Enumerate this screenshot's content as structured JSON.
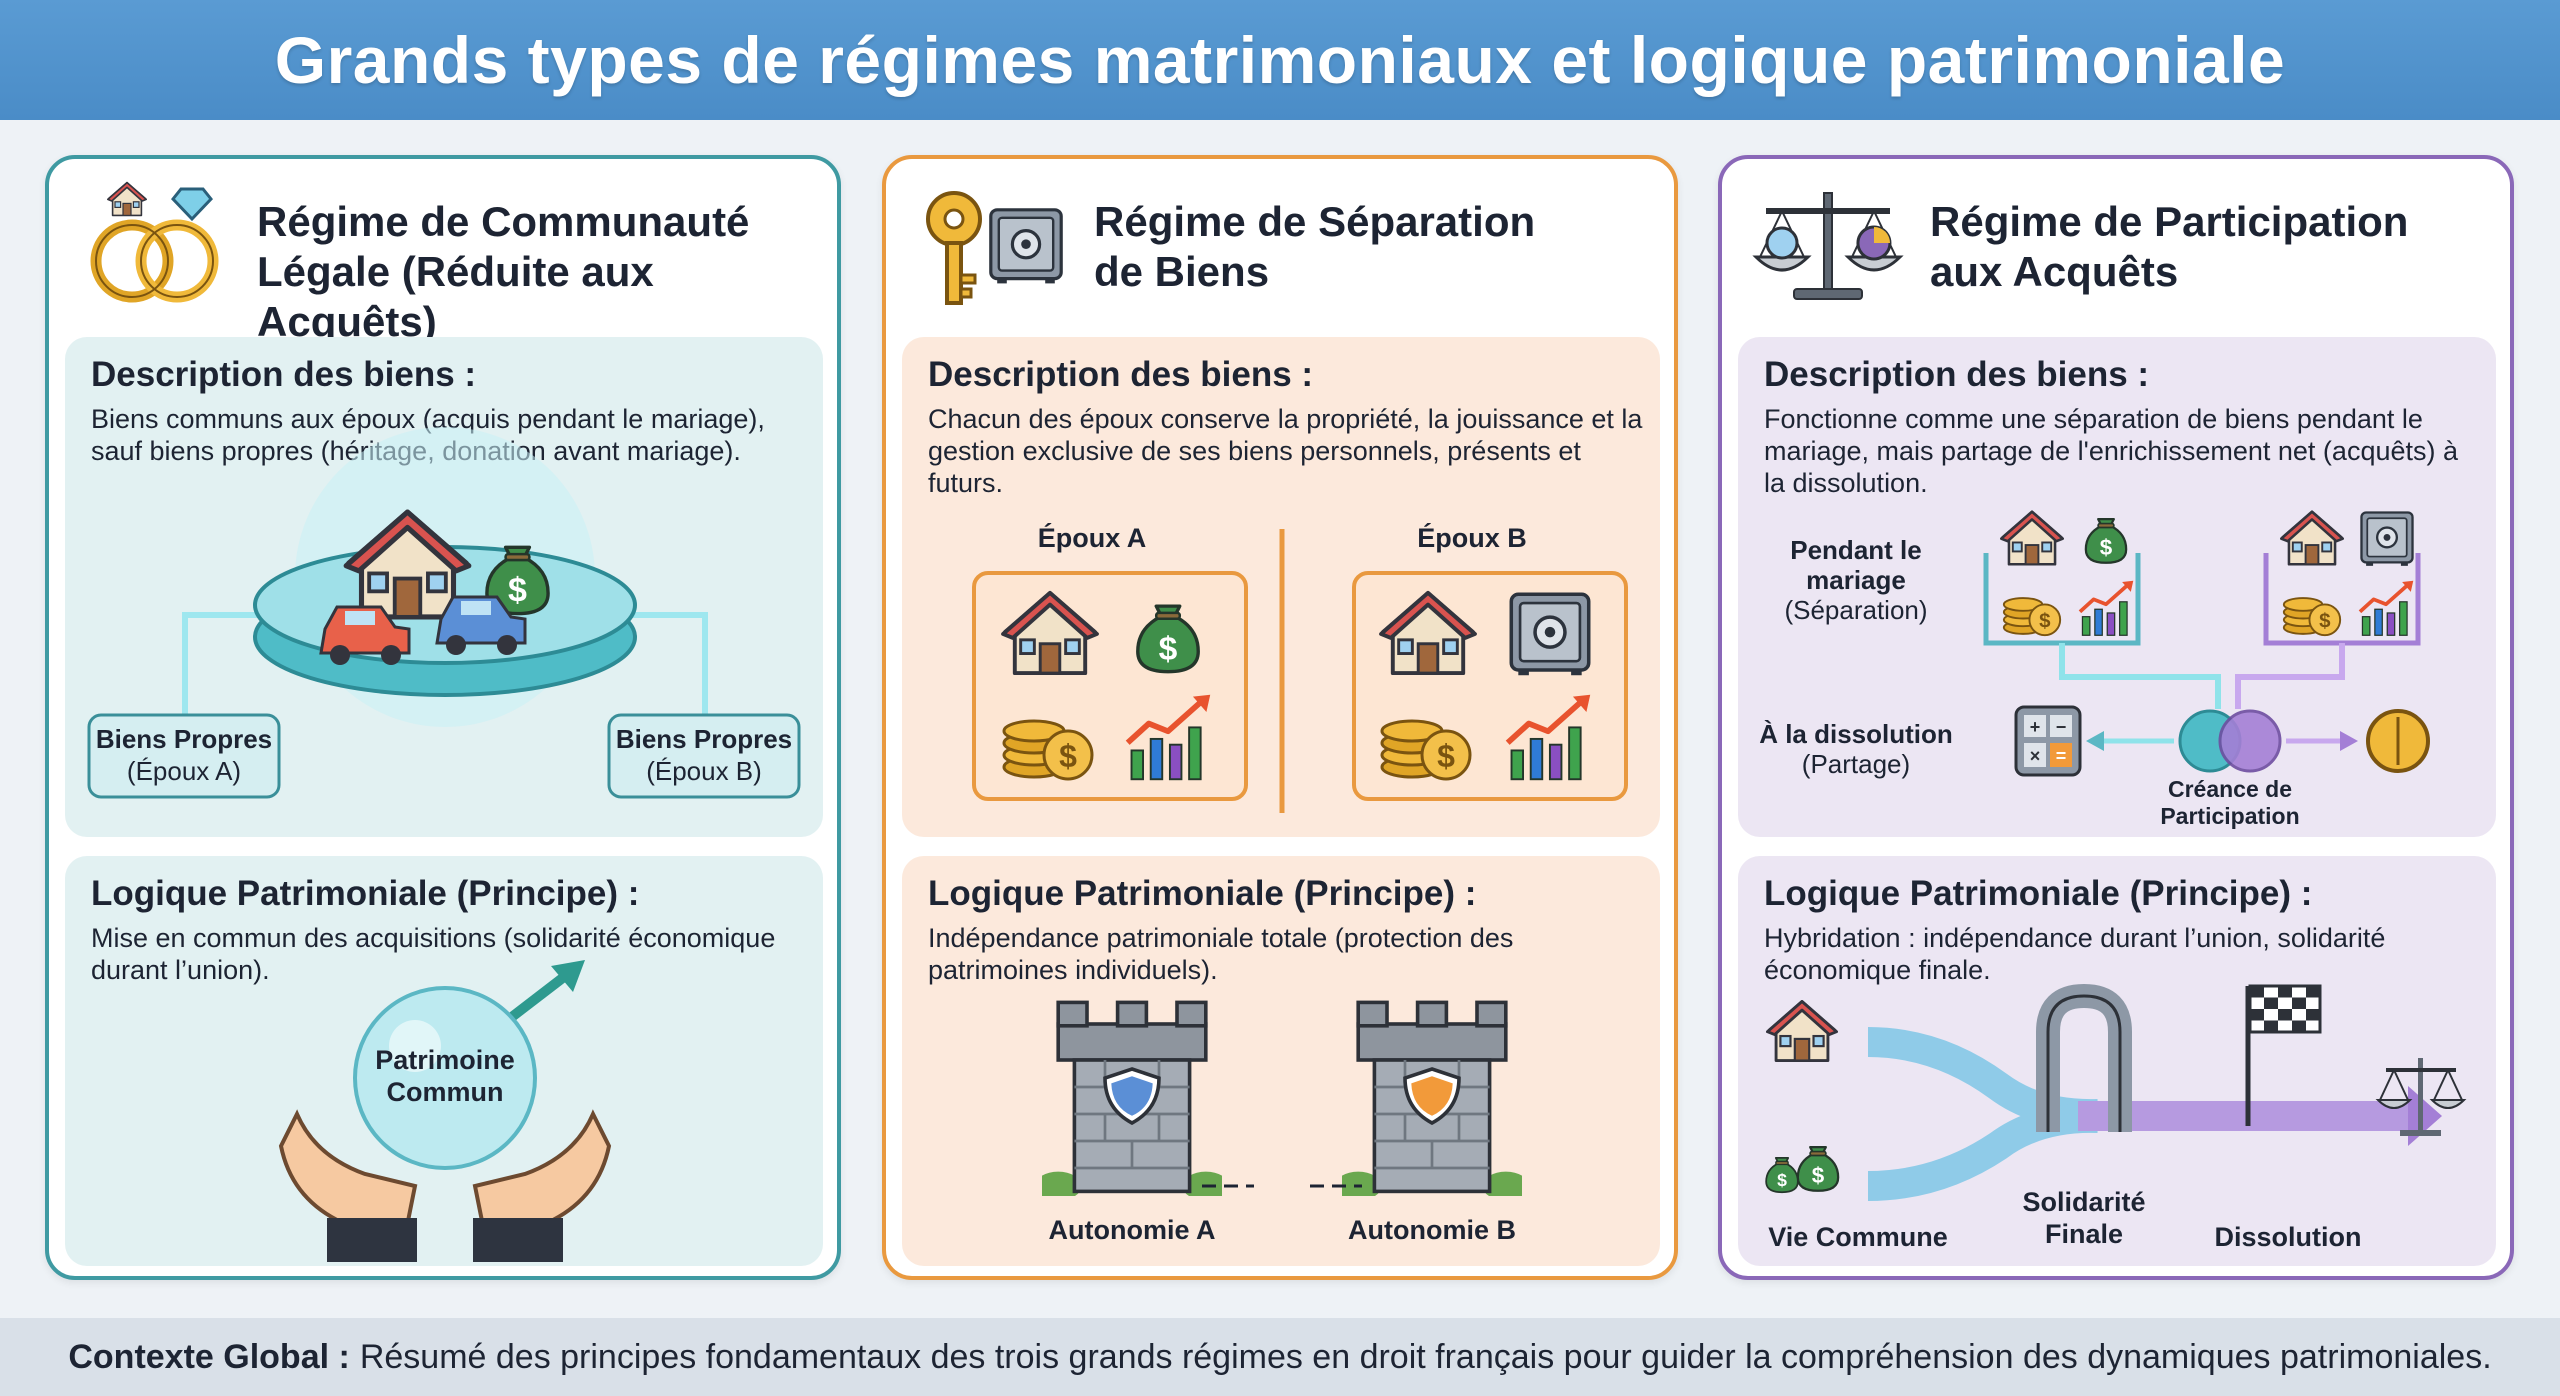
{
  "title": "Grands types de régimes matrimoniaux et logique patrimoniale",
  "colors": {
    "teal": "#3f9aa2",
    "orange": "#e9993f",
    "purple": "#8a68b8",
    "title_bar": "#4a8cc7"
  },
  "columns": [
    {
      "title_line1": "Régime de Communauté",
      "title_line2": "Légale (Réduite aux Acquêts)",
      "icon": "rings-house-icon",
      "desc_title": "Description des biens :",
      "desc_text": "Biens communs aux époux (acquis pendant le mariage), sauf biens propres (héritage, donation avant mariage).",
      "left_label_1": "Biens Propres",
      "left_label_2": "(Époux A)",
      "right_label_1": "Biens Propres",
      "right_label_2": "(Époux B)",
      "logic_title": "Logique Patrimoniale (Principe) :",
      "logic_text": "Mise en commun des acquisitions (solidarité économique durant l’union).",
      "globe_line1": "Patrimoine",
      "globe_line2": "Commun"
    },
    {
      "title_line1": "Régime de Séparation",
      "title_line2": "de Biens",
      "icon": "key-safe-icon",
      "desc_title": "Description des biens :",
      "desc_text": "Chacun des époux conserve la propriété, la jouissance et la gestion exclusive de ses biens personnels, présents et futurs.",
      "spouse_a": "Époux A",
      "spouse_b": "Époux B",
      "logic_title": "Logique Patrimoniale (Principe) :",
      "logic_text": "Indépendance patrimoniale totale (protection des patrimoines individuels).",
      "tower_a": "Autonomie A",
      "tower_b": "Autonomie B"
    },
    {
      "title_line1": "Régime de Participation",
      "title_line2": "aux Acquêts",
      "icon": "balance-scale-icon",
      "desc_title": "Description des biens :",
      "desc_text": "Fonctionne comme une séparation de biens pendant le mariage, mais partage de l'enrichissement net (acquêts) à la dissolution.",
      "during_1": "Pendant le",
      "during_2": "mariage",
      "during_3": "(Séparation)",
      "dissolution_1": "À la dissolution",
      "dissolution_2": "(Partage)",
      "creance_1": "Créance de",
      "creance_2": "Participation",
      "logic_title": "Logique Patrimoniale (Principe) :",
      "logic_text": "Hybridation : indépendance durant l’union, solidarité économique finale.",
      "stage_1": "Vie Commune",
      "stage_2a": "Solidarité",
      "stage_2b": "Finale",
      "stage_3": "Dissolution"
    }
  ],
  "footer": {
    "label": "Contexte Global :",
    "text": "Résumé des principes fondamentaux des trois grands régimes en droit français pour guider la compréhension des dynamiques patrimoniales."
  }
}
